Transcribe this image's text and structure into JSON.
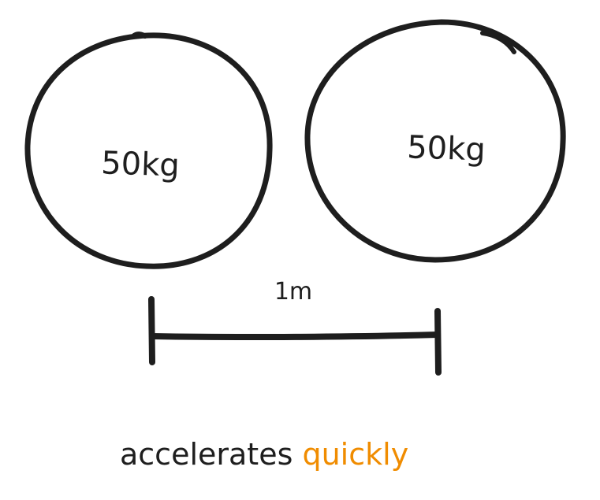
{
  "diagram": {
    "mass_left": "50kg",
    "mass_right": "50kg",
    "distance": "1m",
    "caption": {
      "text1": "accelerates",
      "text2": "quickly"
    }
  },
  "colors": {
    "stroke": "#1e1e1e",
    "accent": "#f08c00",
    "background": "#ffffff"
  }
}
